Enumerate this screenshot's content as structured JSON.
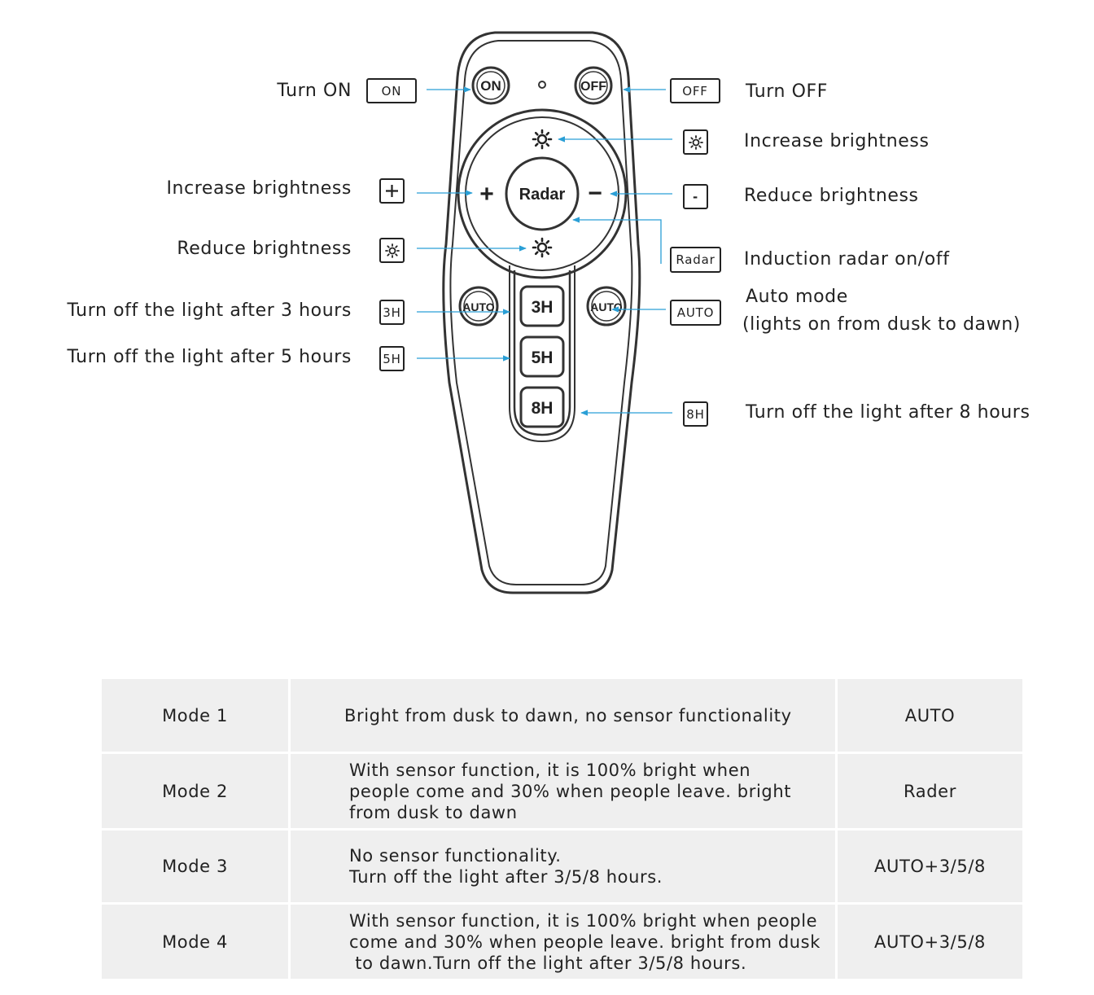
{
  "remote": {
    "on_button": "ON",
    "off_button": "OFF",
    "radar_button": "Radar",
    "plus_button": "+",
    "minus_button": "−",
    "auto_left_button": "AUTO",
    "auto_right_button": "AUTO",
    "timer_3h": "3H",
    "timer_5h": "5H",
    "timer_8h": "8H"
  },
  "callouts": {
    "turn_on": {
      "label": "Turn ON",
      "key": "ON"
    },
    "turn_off": {
      "label": "Turn OFF",
      "key": "OFF"
    },
    "sun_top": {
      "label": "Increase brightness"
    },
    "plus": {
      "label": "Increase brightness"
    },
    "minus": {
      "label": "Reduce brightness",
      "key": "-"
    },
    "sun_bottom": {
      "label": "Reduce brightness"
    },
    "radar": {
      "label": "Induction radar on/off",
      "key": "Radar"
    },
    "timer_3h": {
      "label": "Turn off the light after 3 hours",
      "key": "3H"
    },
    "timer_5h": {
      "label": "Turn off the light after 5 hours",
      "key": "5H"
    },
    "auto": {
      "label": "Auto mode",
      "sublabel": "(lights on from dusk to dawn)",
      "key": "AUTO"
    },
    "timer_8h": {
      "label": "Turn off the light after 8 hours",
      "key": "8H"
    }
  },
  "modes": [
    {
      "name": "Mode 1",
      "description": [
        "Bright from dusk to dawn, no sensor functionality"
      ],
      "setting": "AUTO"
    },
    {
      "name": "Mode 2",
      "description": [
        "With sensor function, it is 100% bright when",
        "people come and 30% when people leave. bright",
        "from dusk to dawn"
      ],
      "setting": "Rader"
    },
    {
      "name": "Mode 3",
      "description": [
        "No sensor functionality.",
        "Turn off the light after 3/5/8 hours."
      ],
      "setting": "AUTO+3/5/8"
    },
    {
      "name": "Mode 4",
      "description": [
        "With sensor function, it is 100% bright when people",
        "come and 30% when people leave. bright from dusk",
        " to dawn.Turn off the light after 3/5/8 hours."
      ],
      "setting": "AUTO+3/5/8"
    }
  ],
  "colors": {
    "arrow": "#2a9fd6",
    "outline": "#333333",
    "table_bg": "#efefef"
  }
}
